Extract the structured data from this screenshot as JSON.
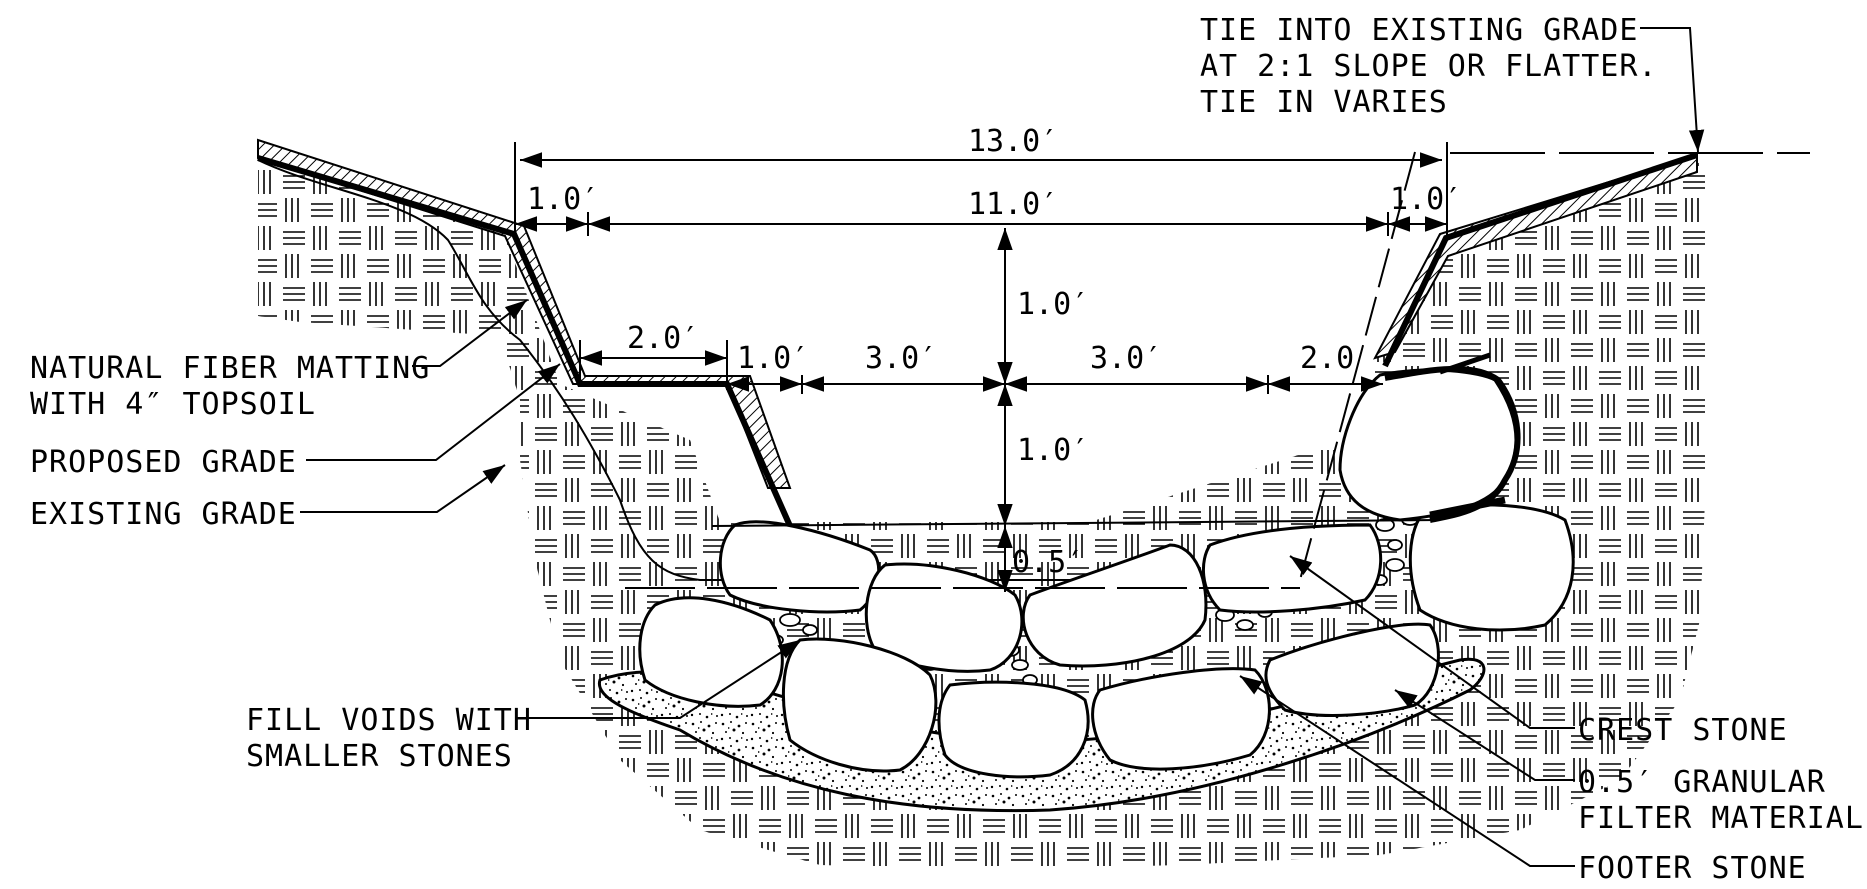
{
  "dimensions": {
    "top_width": "13.0′",
    "inner_width": "11.0′",
    "left_shoulder": "1.0′",
    "right_shoulder": "1.0′",
    "depth_upper": "1.0′",
    "depth_lower": "1.0′",
    "depth_bottom": "0.5′",
    "bench_left": "2.0′",
    "offset_left": "1.0′",
    "half_left": "3.0′",
    "half_right": "3.0′",
    "bench_right": "2.0"
  },
  "callouts": {
    "tie_in": [
      "TIE INTO EXISTING GRADE",
      "AT 2:1 SLOPE OR FLATTER.",
      "TIE IN VARIES"
    ],
    "matting": [
      "NATURAL FIBER MATTING",
      "WITH 4″ TOPSOIL"
    ],
    "proposed_grade": "PROPOSED GRADE",
    "existing_grade": "EXISTING GRADE",
    "fill_voids": [
      "FILL VOIDS WITH",
      "SMALLER STONES"
    ],
    "crest_stone": "CREST STONE",
    "filter": [
      "0.5′ GRANULAR",
      "FILTER MATERIAL"
    ],
    "footer_stone": "FOOTER STONE"
  }
}
